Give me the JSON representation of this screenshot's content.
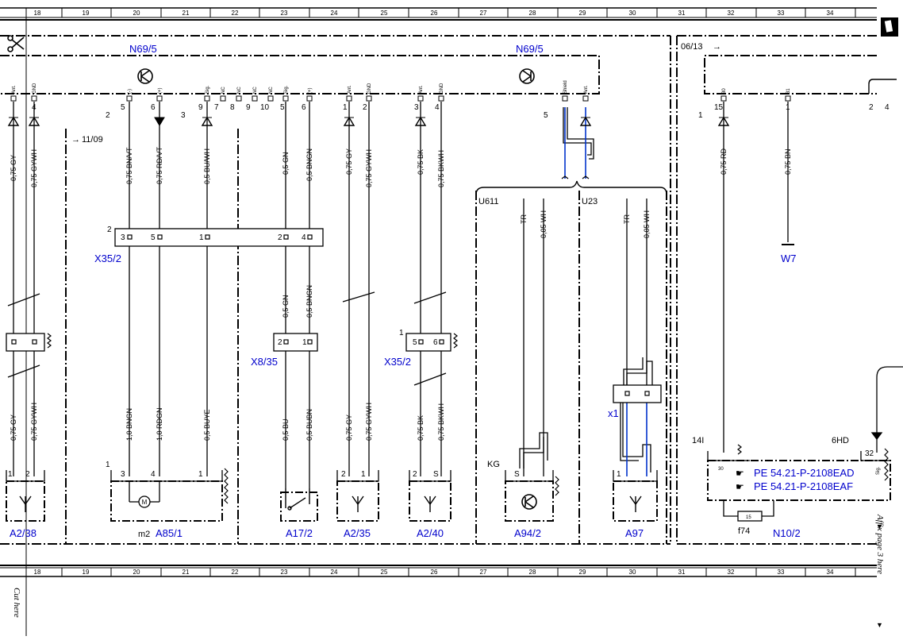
{
  "grid_numbers": [
    "18",
    "19",
    "20",
    "21",
    "22",
    "23",
    "24",
    "25",
    "26",
    "27",
    "28",
    "29",
    "30",
    "31",
    "32",
    "33",
    "34"
  ],
  "components": {
    "n69_5_left": "N69/5",
    "n69_5_right": "N69/5",
    "x35_2_top": "X35/2",
    "x8_35": "X8/35",
    "x35_2_mid": "X35/2",
    "w7": "W7",
    "x1": "x1",
    "a2_38": "A2/38",
    "a85_1": "A85/1",
    "a17_2": "A17/2",
    "a2_35": "A2/35",
    "a2_40": "A2/40",
    "a94_2": "A94/2",
    "a97": "A97",
    "n10_2": "N10/2",
    "pe_ref_1": "PE 54.21-P-2108EAD",
    "pe_ref_2": "PE 54.21-P-2108EAF"
  },
  "labels": {
    "ref_0613": "06/13",
    "ref_1109": "11/09",
    "u611": "U611",
    "u23": "U23",
    "m2": "m2",
    "kg": "KG",
    "f74": "f74",
    "fuse_15": "15",
    "ref_14i": "14I",
    "ref_6hd": "6HD",
    "cut_here": "Cut here",
    "affix": "Affix page 3 here"
  },
  "wires": {
    "w1": "0,75 GY",
    "w2": "0,75 GYWH",
    "w3": "0,75 BN/VT",
    "w4": "0,75 RD/VT",
    "w5": "0,5 BU/WH",
    "w6": "0,5 GN",
    "w7": "0,5 BNGN",
    "w8": "0,75 GY",
    "w9": "0,75 GYWH",
    "w10": "0,75 BK",
    "w11": "0,75 BKWH",
    "w12": "TR",
    "w13": "0,05 WH",
    "w14": "TR",
    "w15": "0,05 WH",
    "w16": "0,75 RD",
    "w17": "0,75 BN",
    "w18": "0,5 GN",
    "w19": "0,5 BNGN",
    "l1": "0,75 GY",
    "l2": "0,75 GYWH",
    "l3": "1,0 BNGN",
    "l4": "1,0 RDGN",
    "l5": "0,5 BUYE",
    "l6": "0,5 BU",
    "l7": "0,5 BUBN",
    "l8": "0,75 GY",
    "l9": "0,75 GYWH",
    "l10": "0,75 BK",
    "l11": "0,75 BKWH"
  },
  "pins": {
    "p_top": [
      "4",
      "2",
      "5",
      "6",
      "3",
      "9",
      "7",
      "8",
      "9",
      "10",
      "5",
      "6",
      "1",
      "2",
      "3",
      "4",
      "5",
      "15",
      "1",
      "2",
      "4",
      "1"
    ],
    "p_x35": [
      "2",
      "3",
      "5",
      "1",
      "2",
      "4"
    ],
    "p_x835": [
      "2",
      "1"
    ],
    "p_x352": [
      "1",
      "5",
      "6"
    ],
    "p_low": [
      "1",
      "2",
      "3",
      "4",
      "1",
      "1",
      "2",
      "1",
      "2",
      "S",
      "S",
      "1",
      "32",
      "30"
    ],
    "signals": [
      "Ant.",
      "GND",
      "(-)",
      "(+)",
      "Sig.",
      "NC",
      "NC",
      "NC",
      "NC",
      "Sig.",
      "(+)",
      "Ant.",
      "GND",
      "Ant.",
      "GND",
      "Shield",
      "Ant.",
      "30",
      "31",
      "Sig."
    ]
  }
}
